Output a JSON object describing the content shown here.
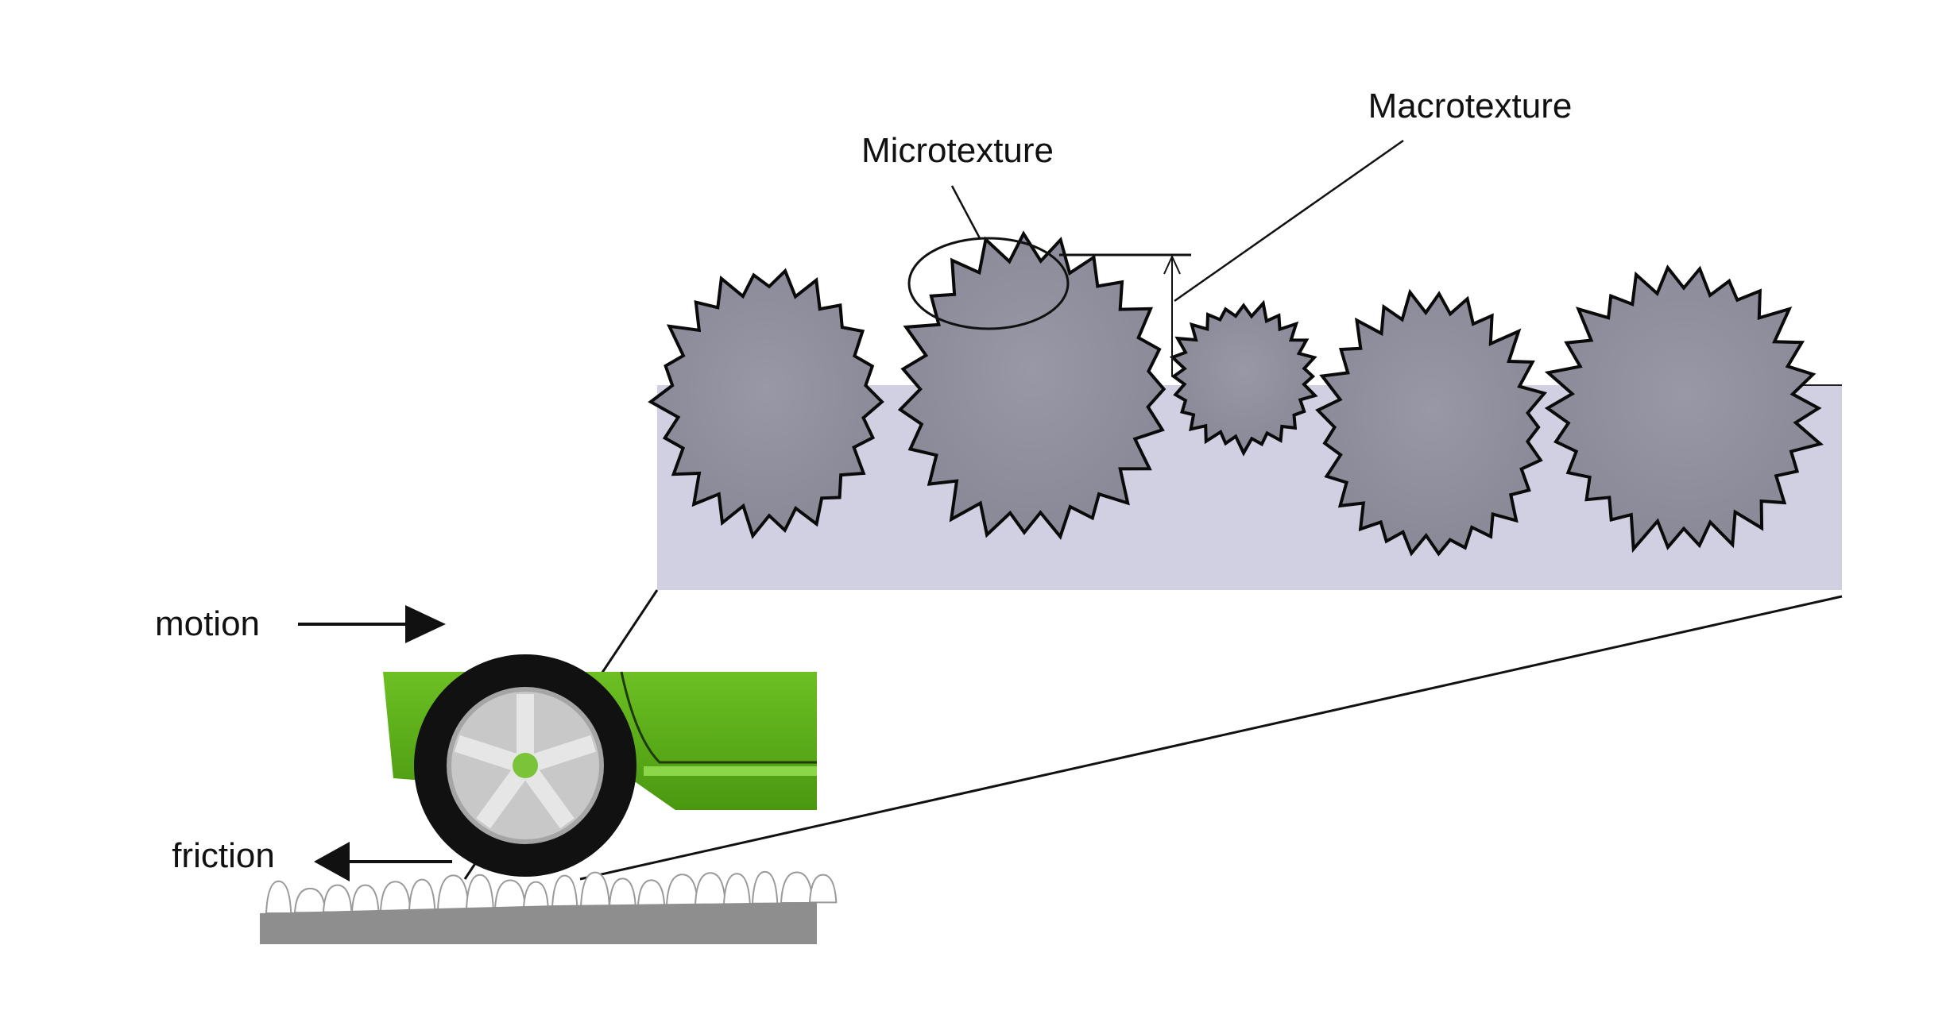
{
  "labels": {
    "microtexture": "Microtexture",
    "macrotexture": "Macrotexture",
    "motion": "motion",
    "friction": "friction"
  },
  "colors": {
    "aggregate": "#8f8f9c",
    "binder": "#d0d0e2",
    "car_body": "#5aaa1a",
    "tire": "#111111",
    "rim": "#c4c4c4",
    "road": "#8e8e8e"
  }
}
